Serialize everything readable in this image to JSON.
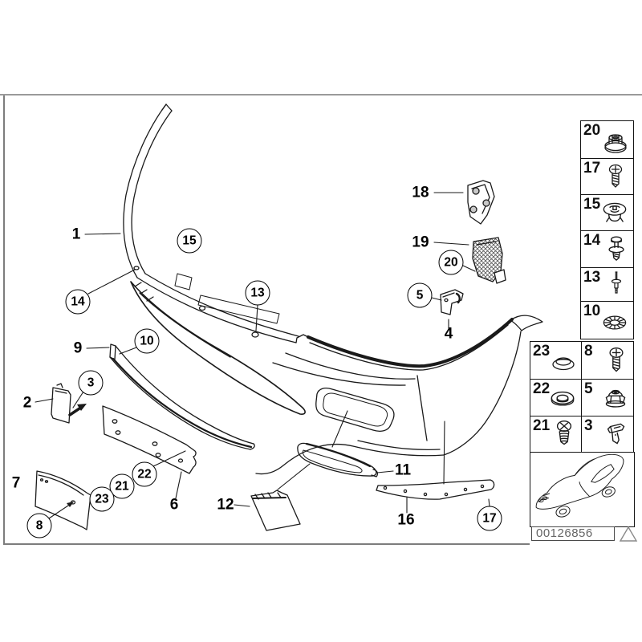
{
  "colors": {
    "line": "#1a1a1a",
    "background": "#ffffff",
    "frame_gray": "#9a9a9a",
    "part_number_text": "#666666"
  },
  "diagram": {
    "description": "front bumper trim exploded parts drawing",
    "callouts": [
      {
        "label": "1",
        "circled": false
      },
      {
        "label": "2",
        "circled": false
      },
      {
        "label": "3",
        "circled": true
      },
      {
        "label": "4",
        "circled": false
      },
      {
        "label": "5",
        "circled": true
      },
      {
        "label": "6",
        "circled": false
      },
      {
        "label": "7",
        "circled": false
      },
      {
        "label": "8",
        "circled": true
      },
      {
        "label": "9",
        "circled": false
      },
      {
        "label": "10",
        "circled": true
      },
      {
        "label": "11",
        "circled": false
      },
      {
        "label": "12",
        "circled": false
      },
      {
        "label": "13",
        "circled": true
      },
      {
        "label": "14",
        "circled": true
      },
      {
        "label": "15",
        "circled": true
      },
      {
        "label": "16",
        "circled": false
      },
      {
        "label": "17",
        "circled": true
      },
      {
        "label": "18",
        "circled": false
      },
      {
        "label": "19",
        "circled": false
      },
      {
        "label": "20",
        "circled": true
      },
      {
        "label": "21",
        "circled": true
      },
      {
        "label": "22",
        "circled": true
      },
      {
        "label": "23",
        "circled": true
      }
    ]
  },
  "sidebar": {
    "single_cells": [
      {
        "label": "20",
        "icon": "grommet-nut-icon"
      },
      {
        "label": "17",
        "icon": "pan-head-screw-icon"
      },
      {
        "label": "15",
        "icon": "expanding-clip-icon"
      },
      {
        "label": "14",
        "icon": "expanding-rivet-icon"
      },
      {
        "label": "13",
        "icon": "blind-rivet-icon"
      },
      {
        "label": "10",
        "icon": "serrated-washer-icon"
      }
    ],
    "pair_rows": [
      [
        {
          "label": "23",
          "icon": "cover-cap-icon"
        },
        {
          "label": "8",
          "icon": "pan-head-screw-icon"
        }
      ],
      [
        {
          "label": "22",
          "icon": "washer-icon"
        },
        {
          "label": "5",
          "icon": "cap-nut-icon"
        }
      ],
      [
        {
          "label": "21",
          "icon": "phillips-screw-icon"
        },
        {
          "label": "3",
          "icon": "retaining-clip-icon"
        }
      ]
    ],
    "car_thumbnail": "bmw-coupe-three-quarter-view",
    "part_number": "00126856",
    "warning_symbol": "triangle"
  }
}
